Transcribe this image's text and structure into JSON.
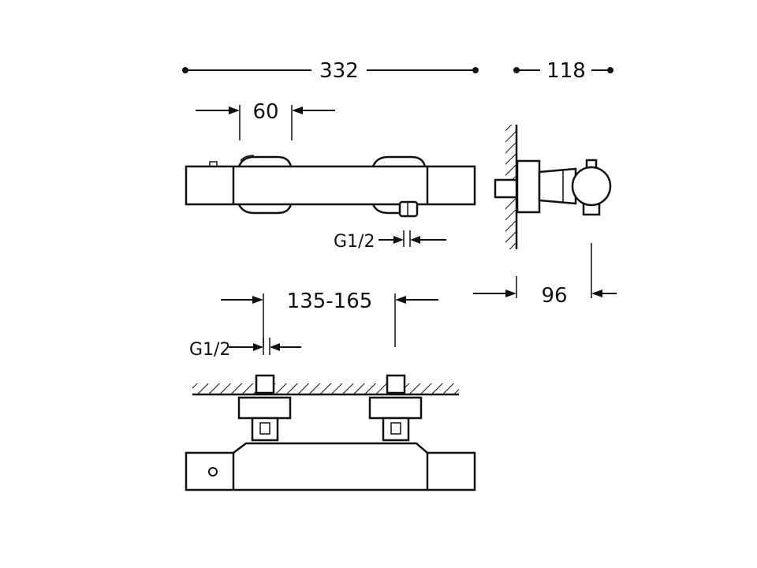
{
  "dimensions": {
    "total_width": "332",
    "depth": "118",
    "handle_width": "60",
    "connection_thread_front": "G1/2",
    "wall_to_outlet": "96",
    "center_distance": "135-165",
    "connection_thread_top": "G1/2"
  },
  "colors": {
    "line": "#111111",
    "background": "#ffffff"
  }
}
